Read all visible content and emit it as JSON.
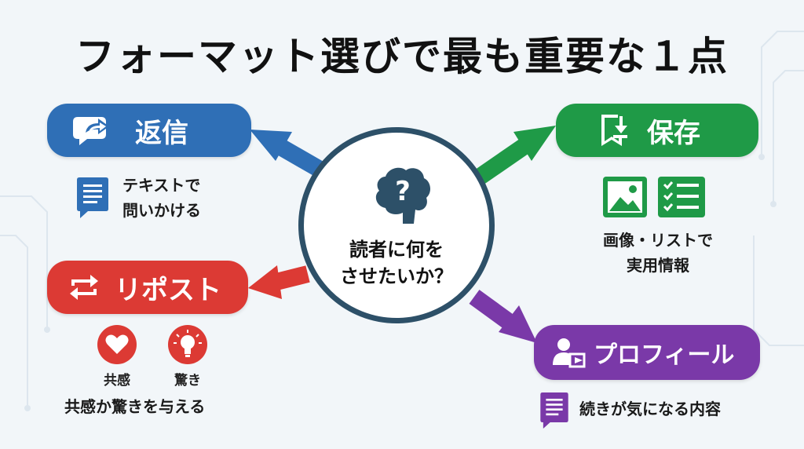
{
  "title": "フォーマット選びで最も重要な１点",
  "center": {
    "line1": "読者に何を",
    "line2": "させたいか？",
    "icon": "brain-question-icon"
  },
  "branches": {
    "reply": {
      "label": "返信",
      "caption_line1": "テキストで",
      "caption_line2": "問いかける",
      "color": "#2f6fb6",
      "icon": "reply-bubble-icon",
      "caption_icon": "document-icon"
    },
    "save": {
      "label": "保存",
      "caption_line1": "画像・リストで",
      "caption_line2": "実用情報",
      "color": "#1f9a47",
      "icon": "bookmark-download-icon",
      "caption_icons": [
        "image-icon",
        "checklist-icon"
      ]
    },
    "repost": {
      "label": "リポスト",
      "color": "#dc3a34",
      "icon": "repost-icon",
      "sub1": "共感",
      "sub2": "驚き",
      "sub1_icon": "heart-icon",
      "sub2_icon": "lightbulb-icon",
      "caption": "共感か驚きを与える"
    },
    "profile": {
      "label": "プロフィール",
      "caption": "続きが気になる内容",
      "color": "#7a39a8",
      "icon": "user-card-icon",
      "caption_icon": "document-icon"
    }
  }
}
